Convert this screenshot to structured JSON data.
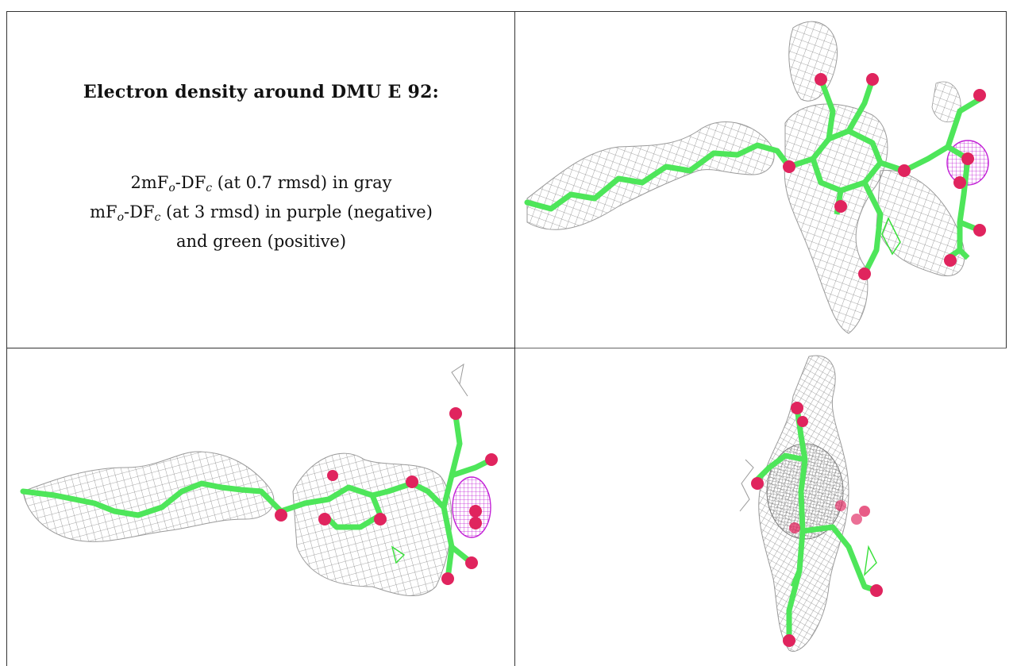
{
  "legend": {
    "title": "Electron density around DMU E 92:",
    "line1_a": "2mF",
    "line1_sub1": "o",
    "line1_b": "-DF",
    "line1_sub2": "c",
    "line1_c": " (at 0.7 rmsd) in gray",
    "line2_a": "mF",
    "line2_sub1": "o",
    "line2_b": "-DF",
    "line2_sub2": "c",
    "line2_c": " (at 3 rmsd) in purple (negative)",
    "line3": "and green (positive)"
  },
  "panels": [
    {
      "name": "view-1",
      "description_icon": "density-map-top-right"
    },
    {
      "name": "view-2",
      "description_icon": "density-map-bottom-left"
    },
    {
      "name": "view-3",
      "description_icon": "density-map-bottom-right"
    }
  ],
  "colors": {
    "mesh_gray": "#8a8a8a",
    "carbon_green": "#4ee65a",
    "oxygen_pink": "#e0245e",
    "negative_purple": "#c21fd6",
    "positive_green": "#39e03a"
  }
}
